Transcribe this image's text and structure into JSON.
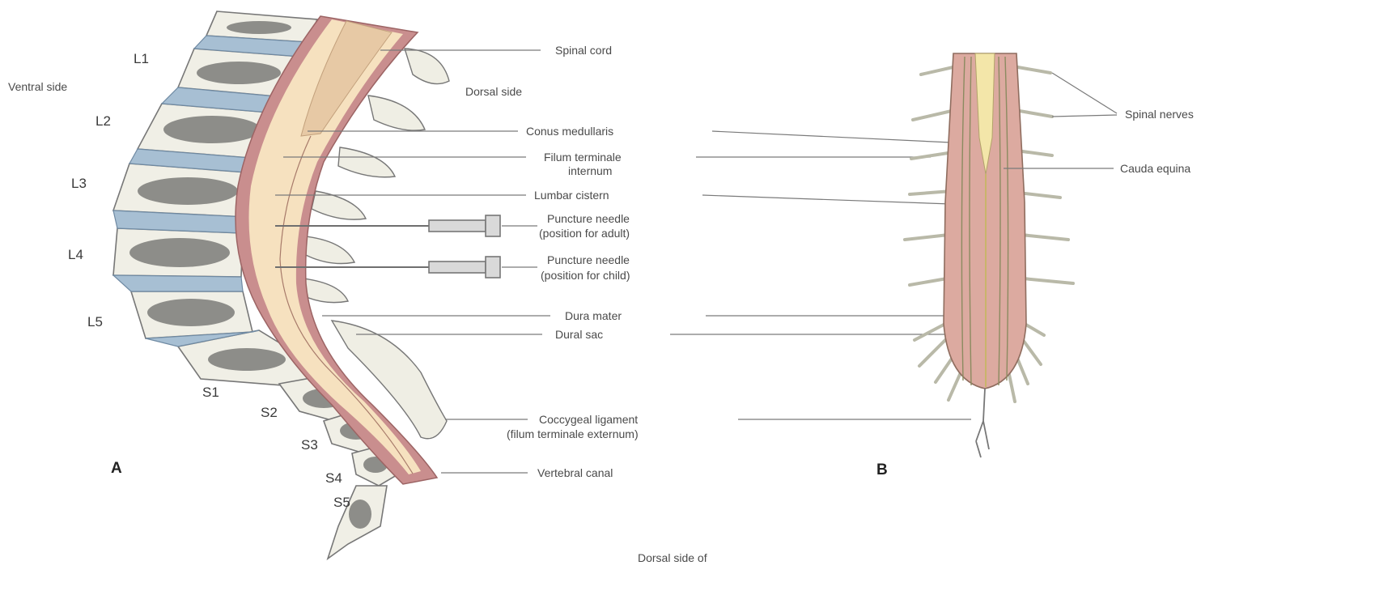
{
  "panel_a": {
    "panel_letter": "A",
    "side_labels": {
      "ventral": "Ventral side",
      "dorsal": "Dorsal side"
    },
    "vertebrae": [
      "L1",
      "L2",
      "L3",
      "L4",
      "L5",
      "S1",
      "S2",
      "S3",
      "S4",
      "S5"
    ],
    "structure_labels": {
      "spinal_cord": "Spinal cord",
      "conus_medullaris": "Conus medullaris",
      "filum_terminale_internum_1": "Filum terminale",
      "filum_terminale_internum_2": "internum",
      "lumbar_cistern": "Lumbar cistern",
      "needle_adult_1": "Puncture needle",
      "needle_adult_2": "(position for adult)",
      "needle_child_1": "Puncture needle",
      "needle_child_2": "(position for child)",
      "dura_mater": "Dura mater",
      "dural_sac": "Dural sac",
      "coccygeal_ligament_1": "Coccygeal ligament",
      "coccygeal_ligament_2": "(filum terminale externum)",
      "vertebral_canal": "Vertebral canal"
    }
  },
  "panel_b": {
    "panel_letter": "B",
    "spinal_nerves": "Spinal nerves",
    "cauda_equina": "Cauda equina"
  },
  "bottom_caption": "Dorsal side of",
  "colors": {
    "bone": "#f0efe6",
    "disc": "#a7bfd3",
    "dura": "#c98e8e",
    "csf": "#f6e1bf",
    "cord": "#e7c9a5",
    "nerve": "#b9b9a8"
  }
}
